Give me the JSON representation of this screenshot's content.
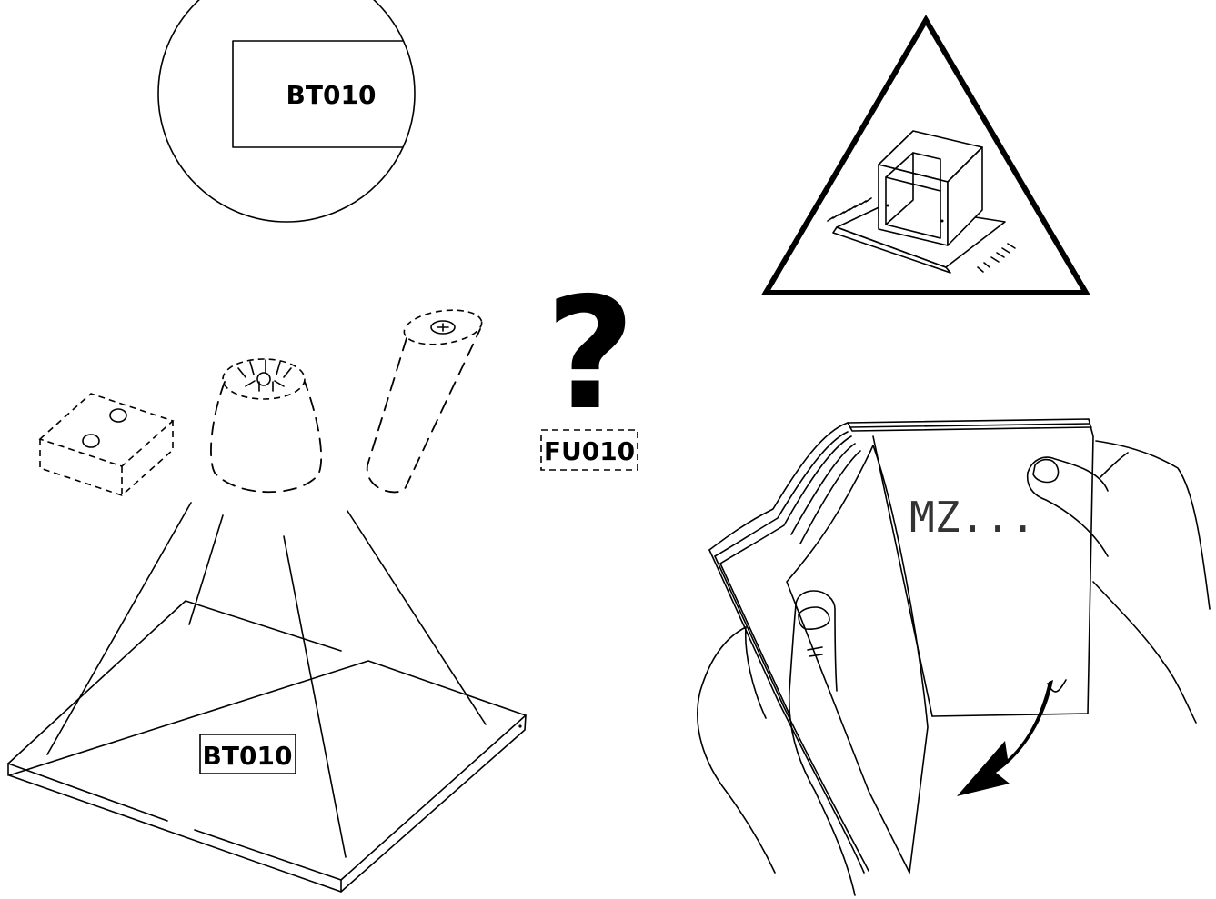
{
  "zoom_label": "BT010",
  "board_label": "BT010",
  "missing_part_label": "FU010",
  "question_mark": "?",
  "manual_text": "MZ...",
  "icons": {
    "warning": "warning-triangle-icon",
    "question": "question-mark-icon",
    "arrow": "curved-arrow-icon"
  }
}
